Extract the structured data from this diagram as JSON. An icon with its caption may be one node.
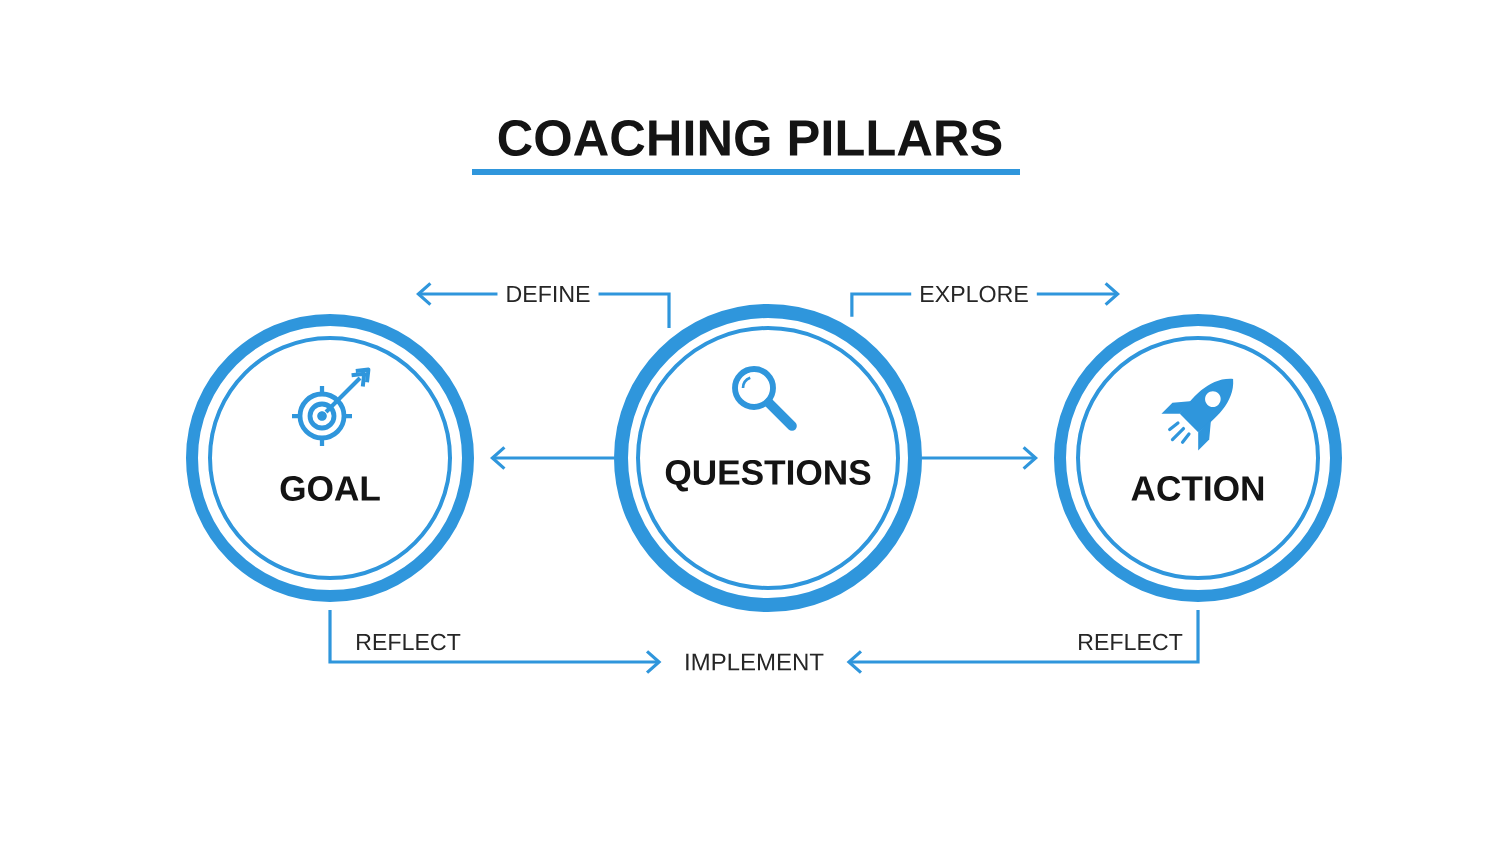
{
  "diagram": {
    "title": "COACHING PILLARS",
    "nodes": [
      {
        "text": [
          "GOAL"
        ]
      },
      {
        "text": [
          "QUESTIONS"
        ]
      },
      {
        "text": [
          "ACTION"
        ]
      },
      {
        "text": [
          "IMPLEMENT"
        ]
      }
    ],
    "edges": [
      {
        "from": 1,
        "to": null,
        "label": "DEFINE",
        "arrow": "to"
      },
      {
        "from": 1,
        "to": null,
        "label": "EXPLORE",
        "arrow": "to"
      },
      {
        "from": 1,
        "to": 0,
        "arrow": "to"
      },
      {
        "from": 1,
        "to": 2,
        "arrow": "to"
      },
      {
        "from": 0,
        "to": 3,
        "label": "REFLECT",
        "arrow": "to"
      },
      {
        "from": 2,
        "to": 3,
        "label": "REFLECT",
        "arrow": "to"
      }
    ]
  }
}
